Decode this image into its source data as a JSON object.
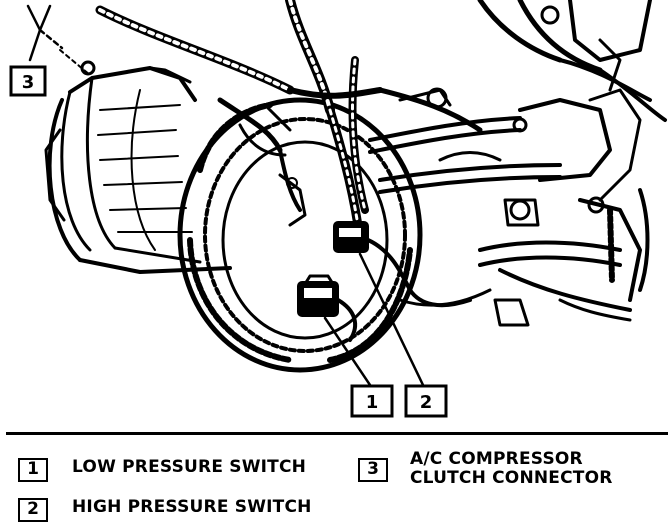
{
  "callouts": {
    "c1": "1",
    "c2": "2",
    "c3": "3"
  },
  "legend": [
    {
      "number": "1",
      "label": "LOW PRESSURE SWITCH"
    },
    {
      "number": "2",
      "label": "HIGH PRESSURE SWITCH"
    },
    {
      "number": "3",
      "label": "A/C COMPRESSOR\nCLUTCH CONNECTOR"
    }
  ]
}
